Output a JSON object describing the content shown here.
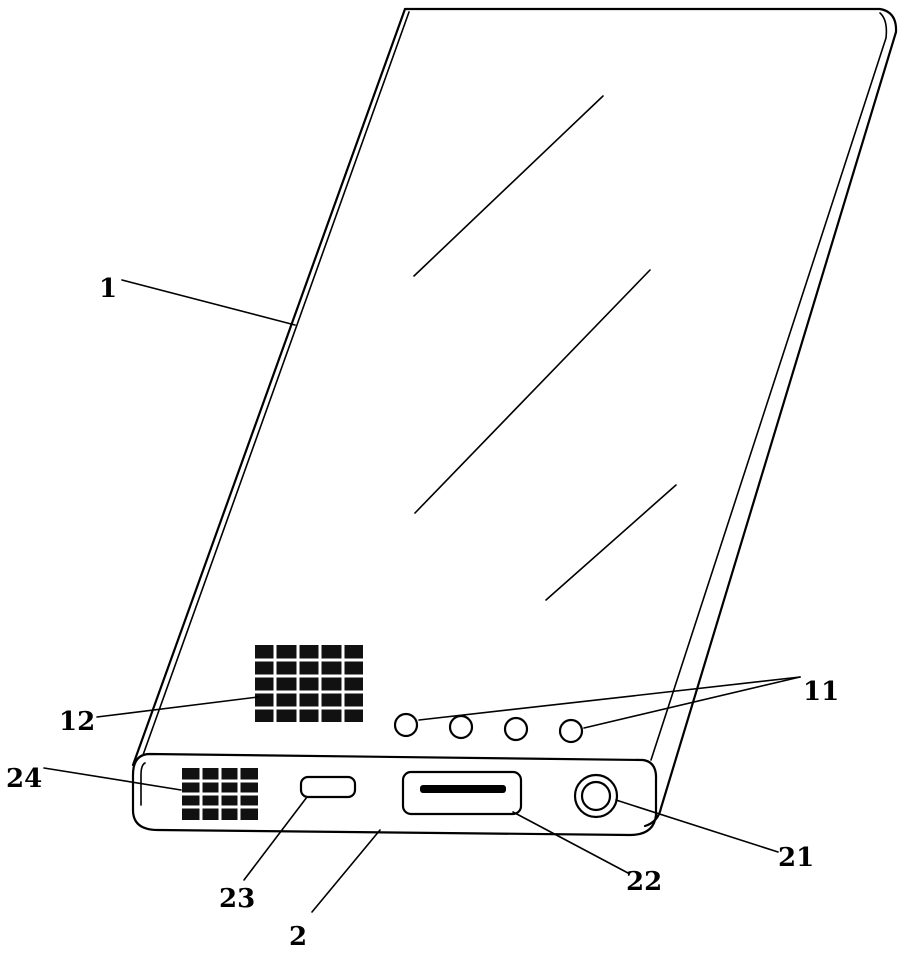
{
  "labels": {
    "body": "1",
    "end_face": "2",
    "indicator_lights": "11",
    "display_panel": "12",
    "round_port": "21",
    "usb_a_port": "22",
    "micro_port": "23",
    "end_display": "24"
  },
  "indicator_count": 4
}
